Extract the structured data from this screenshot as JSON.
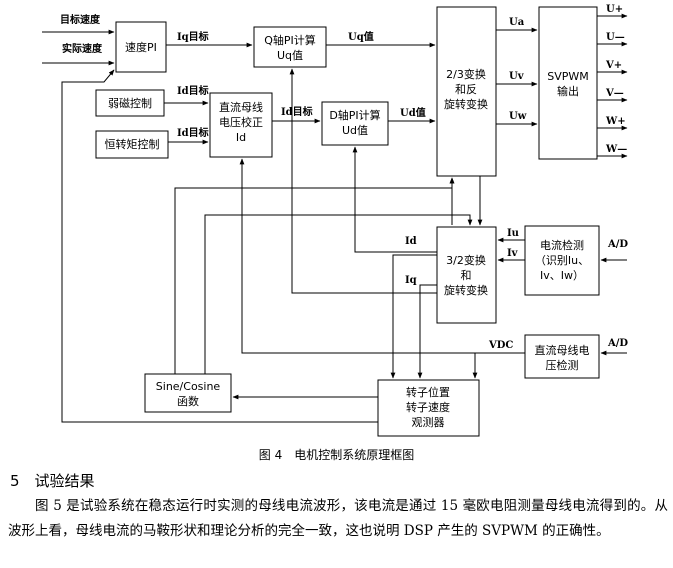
{
  "diagram": {
    "labels": {
      "target_speed": "目标速度",
      "actual_speed": "实际速度",
      "iq_target_1": "Iq目标",
      "uq_value": "Uq值",
      "id_target_1": "Id目标",
      "id_target_2": "Id目标",
      "id_target_3": "Id目标",
      "ud_value": "Ud值",
      "ua": "Ua",
      "uv": "Uv",
      "uw": "Uw",
      "u_plus": "U+",
      "u_minus": "U—",
      "v_plus": "V+",
      "v_minus": "V—",
      "w_plus": "W+",
      "w_minus": "W—",
      "iu": "Iu",
      "iv": "Iv",
      "id_fb": "Id",
      "iq_fb": "Iq",
      "vdc": "VDC",
      "ad_1": "A/D",
      "ad_2": "A/D"
    },
    "blocks": {
      "speed_pi": "速度PI",
      "q_pi_1": "Q轴PI计算",
      "q_pi_2": "Uq值",
      "d_pi_1": "D轴PI计算",
      "d_pi_2": "Ud值",
      "dc_correct_1": "直流母线",
      "dc_correct_2": "电压校正",
      "dc_correct_3": "Id",
      "weak_field": "弱磁控制",
      "const_torque": "恒转矩控制",
      "inv_transform_1": "2/3变换",
      "inv_transform_2": "和反",
      "inv_transform_3": "旋转变换",
      "svpwm_1": "SVPWM",
      "svpwm_2": "输出",
      "fwd_transform_1": "3/2变换",
      "fwd_transform_2": "和",
      "fwd_transform_3": "旋转变换",
      "current_det_1": "电流检测",
      "current_det_2": "（识别Iu、",
      "current_det_3": "Iv、Iw）",
      "dc_voltage_1": "直流母线电",
      "dc_voltage_2": "压检测",
      "sincos_1": "Sine/Cosine",
      "sincos_2": "函数",
      "observer_1": "转子位置",
      "observer_2": "转子速度",
      "observer_3": "观测器"
    }
  },
  "caption": "图 4　电机控制系统原理框图",
  "section_heading": "5　试验结果",
  "paragraph": "图 5 是试验系统在稳态运行时实测的母线电流波形，该电流是通过 15 毫欧电阻测量母线电流得到的。从波形上看，母线电流的马鞍形状和理论分析的完全一致，这也说明 DSP 产生的 SVPWM 的正确性。"
}
